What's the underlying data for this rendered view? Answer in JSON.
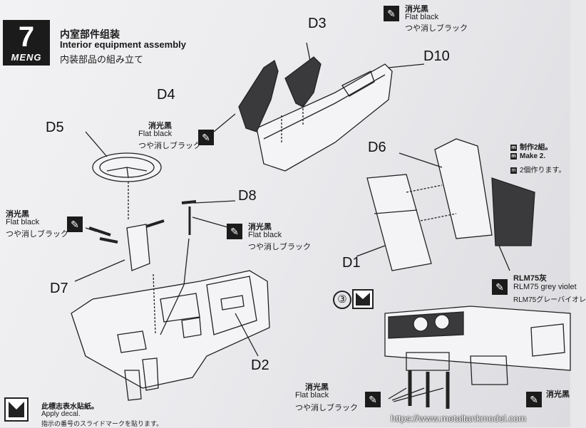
{
  "step": {
    "number": "7",
    "brand": "MENG"
  },
  "title": {
    "cn": "内室部件组装",
    "en": "Interior equipment assembly",
    "jp": "内装部品の組み立て"
  },
  "parts": {
    "d1": "D1",
    "d2": "D2",
    "d3": "D3",
    "d4": "D4",
    "d5": "D5",
    "d6": "D6",
    "d7": "D7",
    "d8": "D8",
    "d10": "D10"
  },
  "paint_flat_black": {
    "cn": "消光黑",
    "en": "Flat black",
    "jp": "つや消しブラック"
  },
  "paint_rlm75": {
    "cn": "RLM75灰",
    "en": "RLM75 grey violet",
    "jp": "RLM75グレーバイオレ"
  },
  "make_note": {
    "marker": "m",
    "cn": "制作2組。",
    "en": "Make 2.",
    "jp": "2個作ります。"
  },
  "sub_step": "③",
  "decal_note": {
    "cn": "此標志表水貼紙。",
    "en": "Apply decal.",
    "jp": "指示の番号のスライドマークを貼ります。"
  },
  "watermark": "https://www.metaltankmodel.com",
  "icons": {
    "paint": "brush-icon",
    "decal": "decal-icon"
  }
}
